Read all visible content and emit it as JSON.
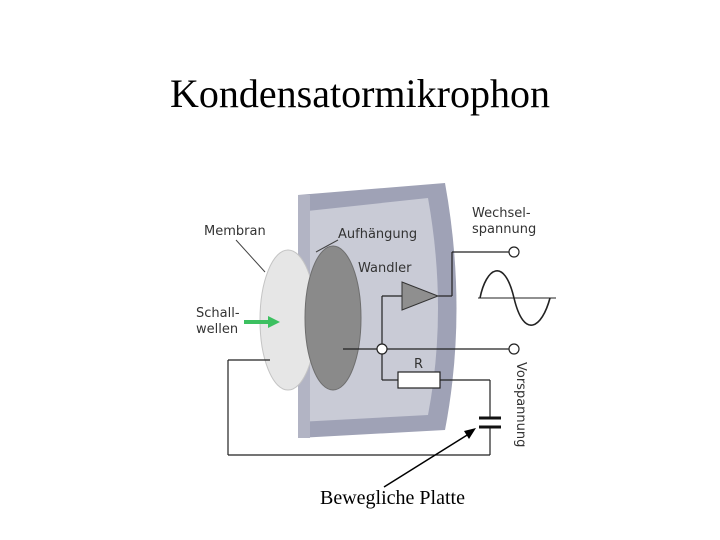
{
  "title": "Kondensatormikrophon",
  "labels": {
    "membran": "Membran",
    "aufhaengung": "Aufhängung",
    "wandler": "Wandler",
    "schall_line1": "Schall-",
    "schall_line2": "wellen",
    "wechsel_line1": "Wechsel-",
    "wechsel_line2": "spannung",
    "resistor": "R",
    "vorspannung": "Vorspannung"
  },
  "caption": "Bewegliche Platte",
  "colors": {
    "housing_front": "#9fa2b6",
    "housing_inner": "#c9cbd6",
    "membrane": "#e6e6e6",
    "plate": "#8a8a8a",
    "arrow": "#3cc060"
  }
}
